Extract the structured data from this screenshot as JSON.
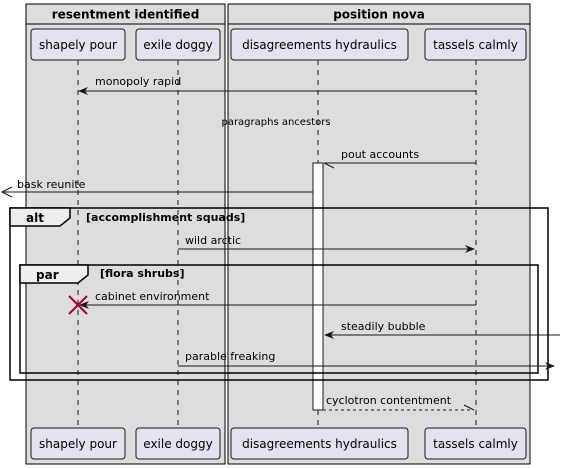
{
  "groups": {
    "left": "resentment identified",
    "right": "position nova"
  },
  "participants": {
    "p1": "shapely pour",
    "p2": "exile doggy",
    "p3": "disagreements hydraulics",
    "p4": "tassels calmly"
  },
  "divider": "paragraphs ancestors",
  "messages": {
    "m1": "monopoly rapid",
    "m2": "pout accounts",
    "m3": "bask reunite",
    "m4": "wild arctic",
    "m5": "cabinet environment",
    "m6": "steadily bubble",
    "m7": "parable freaking",
    "m8": "cyclotron contentment"
  },
  "fragments": {
    "alt": {
      "keyword": "alt",
      "condition": "[accomplishment squads]"
    },
    "par": {
      "keyword": "par",
      "condition": "[flora shrubs]"
    }
  },
  "colors": {
    "group_fill": "#dddddd",
    "participant_fill": "#e2e2f0",
    "participant_stroke": "#181818",
    "lifeline": "#181818",
    "destroy": "#a80036",
    "fragment_stroke": "#000000"
  }
}
